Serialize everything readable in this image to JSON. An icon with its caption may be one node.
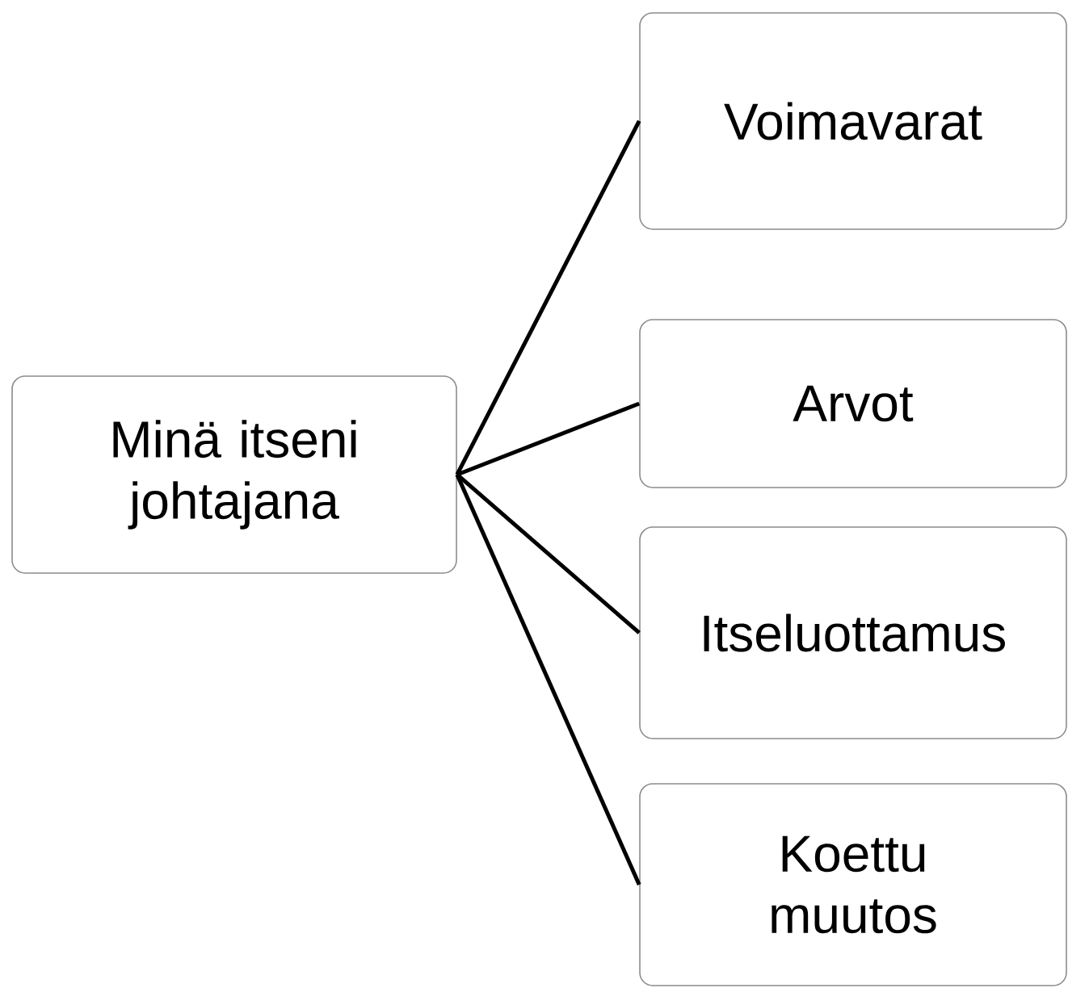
{
  "diagram": {
    "nodes": [
      {
        "text": [
          "Minä itseni johtajana"
        ]
      },
      {
        "text": [
          "Voimavarat"
        ]
      },
      {
        "text": [
          "Arvot"
        ]
      },
      {
        "text": [
          "Itseluottamus"
        ]
      },
      {
        "text": [
          "Koettu muutos"
        ]
      }
    ],
    "edges": [
      {
        "from": 0,
        "to": 1,
        "arrow": "none"
      },
      {
        "from": 0,
        "to": 2,
        "arrow": "none"
      },
      {
        "from": 0,
        "to": 3,
        "arrow": "none"
      },
      {
        "from": 0,
        "to": 4,
        "arrow": "none"
      }
    ]
  }
}
